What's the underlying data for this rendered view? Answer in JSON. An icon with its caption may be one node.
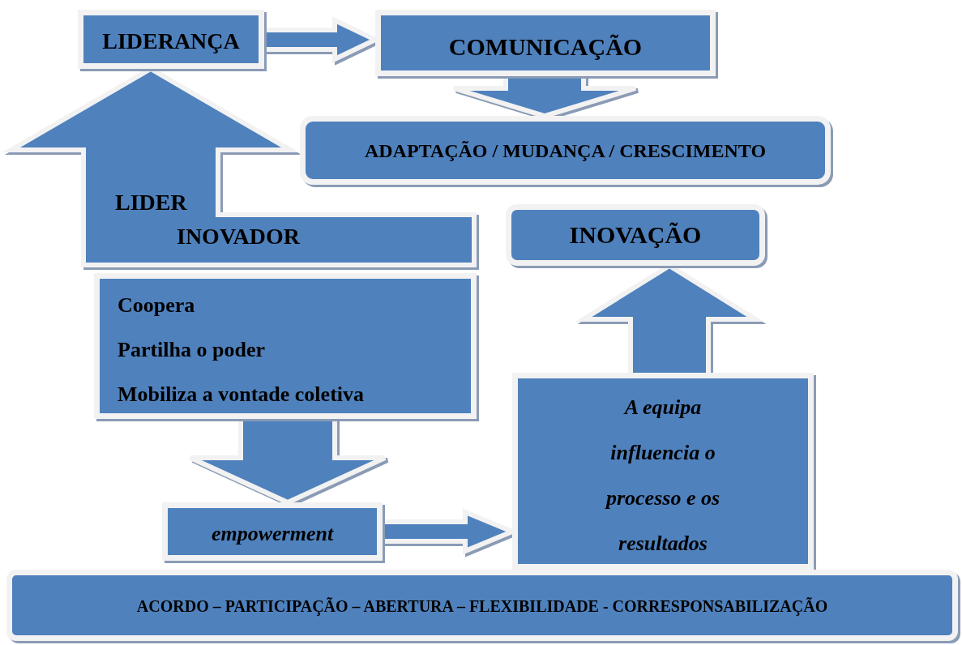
{
  "diagram": {
    "nodes": [
      {
        "text": [
          "LIDERANÇA"
        ]
      },
      {
        "text": [
          "COMUNICAÇÃO"
        ]
      },
      {
        "text": [
          "ADAPTAÇÃO / MUDANÇA / CRESCIMENTO"
        ]
      },
      {
        "text": [
          "LIDER",
          "INOVADOR"
        ]
      },
      {
        "text": [
          "Coopera",
          "Partilha o poder",
          "Mobiliza a vontade coletiva"
        ]
      },
      {
        "text": [
          "empowerment"
        ]
      },
      {
        "text": [
          "A equipa influencia o processo e os resultados"
        ]
      },
      {
        "text": [
          "INOVAÇÃO"
        ]
      },
      {
        "text": [
          "ACORDO – PARTICIPAÇÃO – ABERTURA – FLEXIBILIDADE - CORRESPONSABILIZAÇÃO"
        ]
      }
    ],
    "edges": [
      {
        "from": 0,
        "to": 1,
        "arrow": "to"
      },
      {
        "from": 1,
        "to": 2,
        "arrow": "to"
      },
      {
        "from": 3,
        "to": 0,
        "arrow": "to"
      },
      {
        "from": 4,
        "to": 5,
        "arrow": "to"
      },
      {
        "from": 5,
        "to": 6,
        "arrow": "to"
      },
      {
        "from": 6,
        "to": 7,
        "arrow": "to"
      }
    ]
  }
}
